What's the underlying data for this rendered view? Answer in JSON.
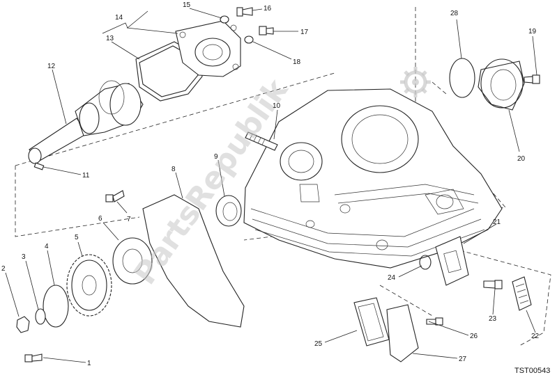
{
  "watermark": "PartsRepublik",
  "drawing_code": "TST00543",
  "callouts": [
    "1",
    "2",
    "3",
    "4",
    "5",
    "6",
    "7",
    "8",
    "9",
    "10",
    "11",
    "12",
    "13",
    "14",
    "15",
    "16",
    "17",
    "18",
    "19",
    "20",
    "21",
    "22",
    "23",
    "24",
    "25",
    "26",
    "27",
    "28"
  ],
  "colors": {
    "line": "#222222",
    "watermark": "#c8c8c8",
    "background": "#ffffff"
  },
  "icons": [
    "gear-icon"
  ]
}
